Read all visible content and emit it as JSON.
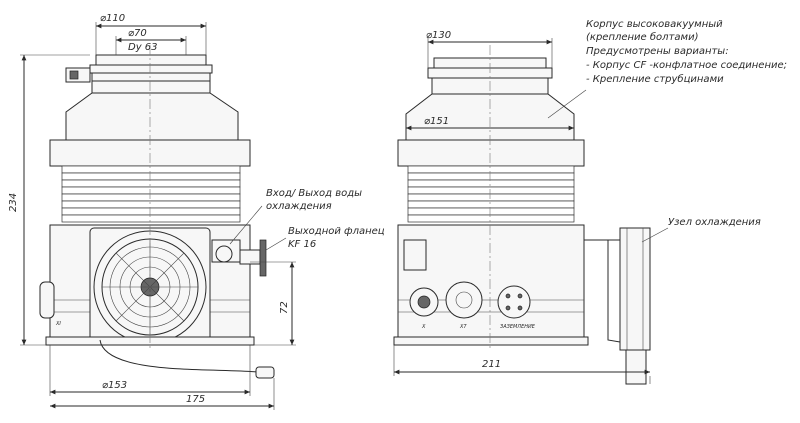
{
  "dimensions": {
    "d110": "⌀110",
    "d70": "⌀70",
    "dy63": "Dy 63",
    "height234": "234",
    "h72": "72",
    "d153": "⌀153",
    "w175": "175",
    "d130": "⌀130",
    "d151": "⌀151",
    "w211": "211"
  },
  "labels": {
    "water_line1": "Вход/ Выход воды",
    "water_line2": "охлаждения",
    "flange_line1": "Выходной фланец",
    "flange_line2": "KF 16",
    "cooling_unit": "Узел охлаждения",
    "housing_line1": "Корпус высоковакуумный",
    "housing_line2": "(крепление болтами)",
    "housing_line3": "Предусмотрены варианты:",
    "housing_line4": "- Корпус CF -конфлатное соединение;",
    "housing_line5": "- Крепление струбцинами",
    "port_x": "X",
    "port_x7": "X7",
    "port_grounding": "ЗАЗЕМЛЕНИЕ",
    "port_x_left": "XI"
  }
}
